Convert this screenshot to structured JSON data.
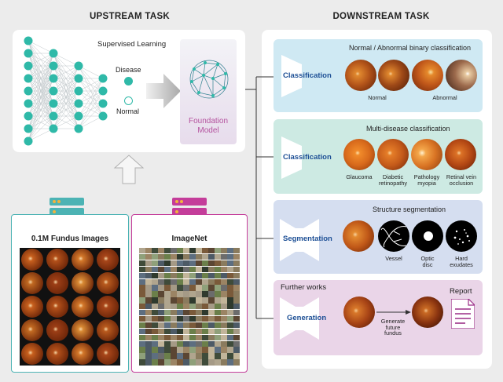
{
  "upstream": {
    "title": "UPSTREAM TASK",
    "supervised_label": "Supervised Learning",
    "disease_label": "Disease",
    "normal_label": "Normal",
    "foundation_label_line1": "Foundation",
    "foundation_label_line2": "Model"
  },
  "datasets": {
    "fundus_title": "0.1M Fundus Images",
    "imagenet_title": "ImageNet"
  },
  "downstream": {
    "title": "DOWNSTREAM TASK",
    "cards": [
      {
        "task": "Classification",
        "heading": "Normal / Abnormal binary classification",
        "captions": [
          "Normal",
          "Abnormal"
        ]
      },
      {
        "task": "Classification",
        "heading": "Multi-disease classification",
        "captions": [
          "Glaucoma",
          "Diabetic retinopathy",
          "Pathology myopia",
          "Retinal vein occlusion"
        ]
      },
      {
        "task": "Segmentation",
        "heading": "Structure segmentation",
        "captions": [
          "Vessel",
          "Optic disc",
          "Hard exudates"
        ]
      },
      {
        "task": "Generation",
        "heading": "Further works",
        "generate_caption": "Generate future fundus",
        "report_label": "Report"
      }
    ]
  },
  "colors": {
    "card1": "#cfe9f3",
    "card2": "#cdeae3",
    "card3": "#d5def0",
    "card4": "#ead5e8",
    "foundation_bg": "#ece6f0",
    "node": "#2fb9a8",
    "server_teal": "#4cb3b4",
    "server_magenta": "#c43d9a"
  }
}
